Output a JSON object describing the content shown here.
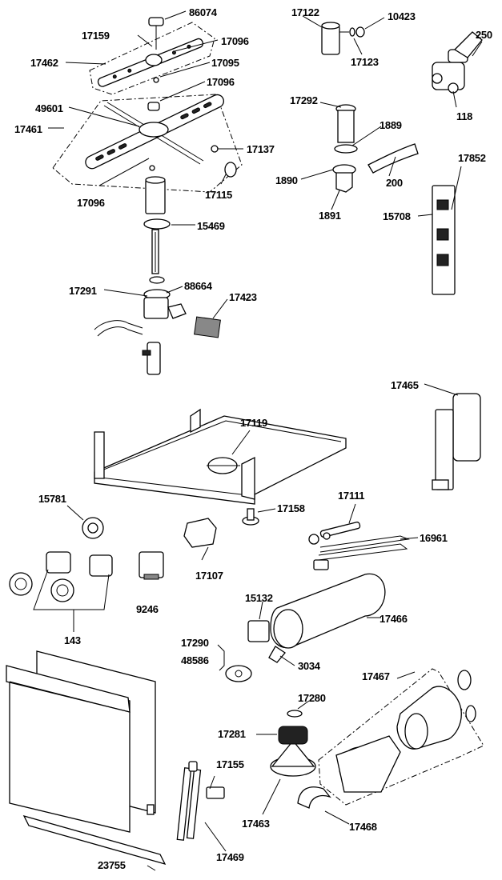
{
  "labels": {
    "l86074": "86074",
    "l17159": "17159",
    "l17462": "17462",
    "l17096a": "17096",
    "l17095": "17095",
    "l17096b": "17096",
    "l49601": "49601",
    "l17461": "17461",
    "l17137": "17137",
    "l17096c": "17096",
    "l17115": "17115",
    "l15469": "15469",
    "l17291": "17291",
    "l88664": "88664",
    "l17423": "17423",
    "l17122": "17122",
    "l10423": "10423",
    "l17123": "17123",
    "l250": "250",
    "l118": "118",
    "l17292": "17292",
    "l1889": "1889",
    "l1890": "1890",
    "l200": "200",
    "l1891": "1891",
    "l17852": "17852",
    "l15708": "15708",
    "l17465": "17465",
    "l17119": "17119",
    "l17158": "17158",
    "l15781": "15781",
    "l17111": "17111",
    "l16961": "16961",
    "l17107": "17107",
    "l9246": "9246",
    "l143": "143",
    "l15132": "15132",
    "l17466": "17466",
    "l17290": "17290",
    "l48586": "48586",
    "l3034": "3034",
    "l17467": "17467",
    "l17280": "17280",
    "l17281": "17281",
    "l17155": "17155",
    "l17463": "17463",
    "l17468": "17468",
    "l17469": "17469",
    "l23755": "23755"
  }
}
